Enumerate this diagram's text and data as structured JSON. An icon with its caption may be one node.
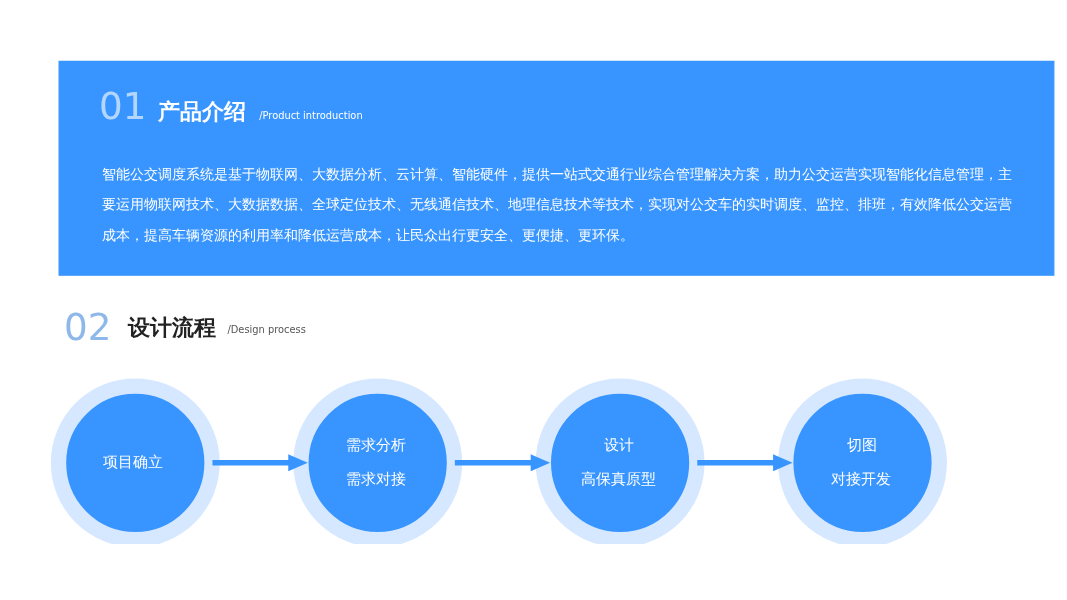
{
  "diagram": {
    "nodes": [
      {
        "text": [
          "01",
          "产品介绍",
          "/Product introduction",
          "智能公交调度系统是基于物联网、大数据分析、云计算、智能硬件，提供一站式交通行业综合管理解决方案，助力公交运营实现智能化信息管理，主要运用物联网技术、大数据数据、全球定位技术、无线通信技术、地理信息技术等技术，实现对公交车的实时调度、监控、排班，有效降低公交运营成本，提高车辆资源的利用率和降低运营成本，让民众出行更安全、更便捷、更环保。"
        ]
      },
      {
        "text": [
          "项目确立"
        ]
      },
      {
        "text": [
          "需求分析",
          "需求对接"
        ]
      },
      {
        "text": [
          "设计",
          "高保真原型"
        ]
      },
      {
        "text": [
          "切图",
          "对接开发"
        ]
      }
    ],
    "edges": [
      {
        "from": 1,
        "to": 2,
        "arrow": "to"
      },
      {
        "from": 2,
        "to": 3,
        "arrow": "to"
      },
      {
        "from": 3,
        "to": 4,
        "arrow": "to"
      }
    ],
    "labels": [
      "02",
      "设计流程",
      "/Design process"
    ]
  }
}
